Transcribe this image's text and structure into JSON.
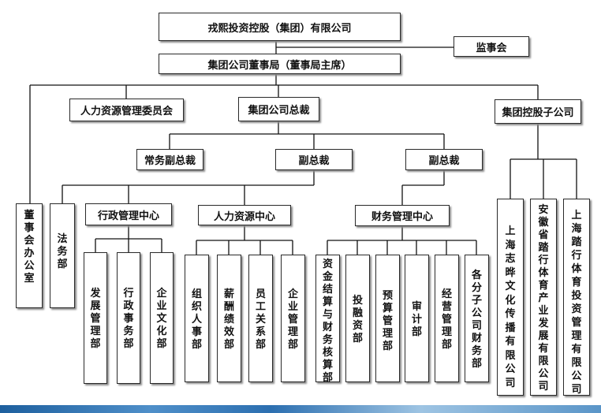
{
  "org": {
    "company": "戎熙投资控股（集团）有限公司",
    "supervisory_board": "监事会",
    "board": "集团公司董事局（董事局主席）",
    "hr_committee": "人力资源管理委员会",
    "president": "集团公司总裁",
    "holding_subsidiaries": "集团控股子公司",
    "executive_vp": "常务副总裁",
    "vp1": "副总裁",
    "vp2": "副总裁",
    "board_office": "董事会办公室",
    "legal": "法务部",
    "admin_center": "行政管理中心",
    "hr_center": "人力资源中心",
    "finance_center": "财务管理中心",
    "admin_depts": [
      "发展管理部",
      "行政事务部",
      "企业文化部"
    ],
    "hr_depts": [
      "组织人事部",
      "薪酬绩效部",
      "员工关系部",
      "企业管理部"
    ],
    "finance_depts": [
      "资金结算与财务核算部",
      "投融资部",
      "预算管理部",
      "审计部",
      "经营管理部",
      "各分子公司财务部"
    ],
    "subsidiaries": [
      "上海志晔文化传播有限公司",
      "安徽省踏行体育产业发展有限公司",
      "上海踏行体育投资管理有限公司"
    ]
  }
}
